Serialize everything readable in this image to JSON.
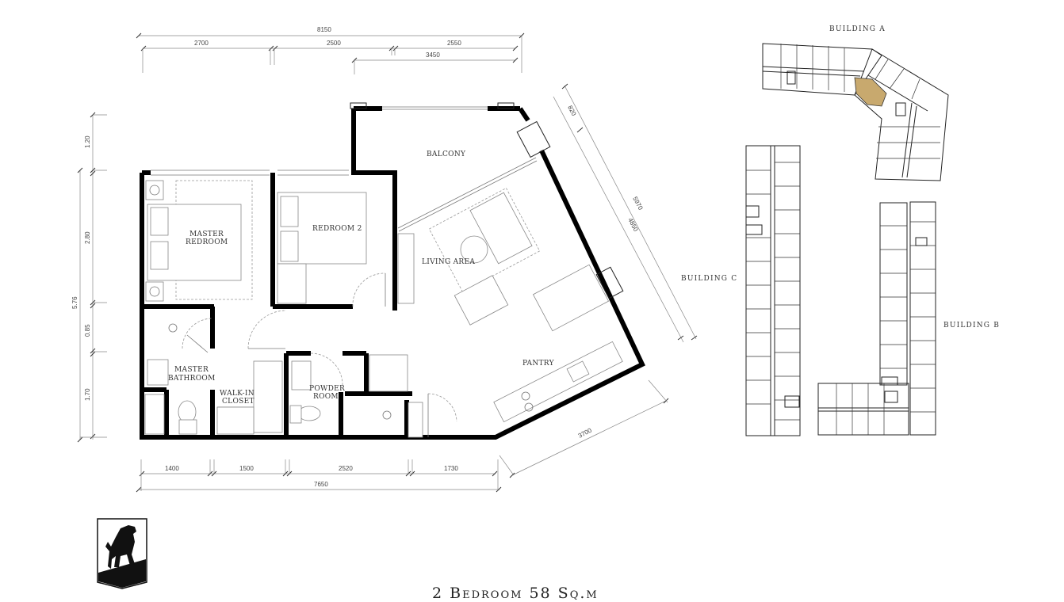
{
  "plan": {
    "title": "2 Bedroom 58  Sq.m",
    "rooms": {
      "master_bedroom_l1": "MASTER",
      "master_bedroom_l2": "REDROOM",
      "bedroom2": "REDROOM 2",
      "balcony": "BALCONY",
      "living": "LIVING AREA",
      "pantry": "PANTRY",
      "master_bath_l1": "MASTER",
      "master_bath_l2": "BATHROOM",
      "walkin_l1": "WALK-IN",
      "walkin_l2": "CLOSET",
      "powder_l1": "POWDER",
      "powder_l2": "ROOM"
    },
    "dimensions": {
      "top_total": "8150",
      "top_1": "2700",
      "top_2": "2500",
      "top_3": "2550",
      "top_sub": "3450",
      "left_total": "5.76",
      "left_1": "1.20",
      "left_2": "2.80",
      "left_3": "0.85",
      "left_4": "1.70",
      "bottom_1": "1400",
      "bottom_2": "1500",
      "bottom_3": "2520",
      "bottom_4": "1730",
      "bottom_total": "7650",
      "right_1": "820",
      "right_total": "5970",
      "right_2": "4850",
      "diag_bottom": "3700"
    }
  },
  "keyplan": {
    "building_a": "BUILDING A",
    "building_b": "BUILDING B",
    "building_c": "BUILDING C",
    "highlight_color": "#c8a96e"
  },
  "logo": {
    "icon": "lion-crest-icon"
  }
}
